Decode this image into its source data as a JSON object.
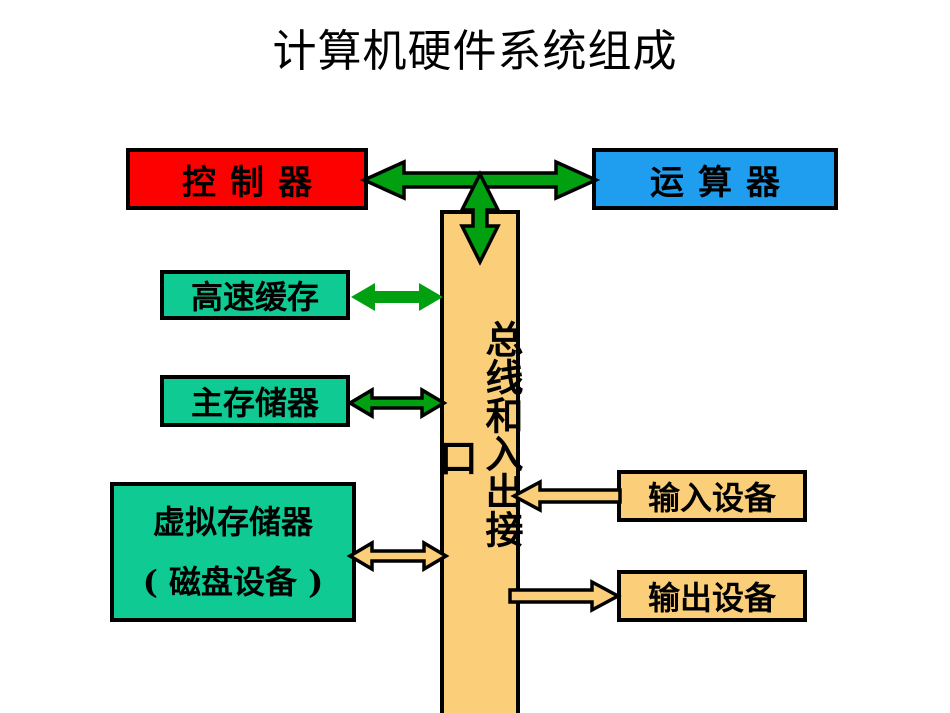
{
  "page": {
    "title": "计算机硬件系统组成",
    "background": "#ffffff"
  },
  "colors": {
    "controller_fill": "#fd0000",
    "alu_fill": "#1f9ef0",
    "memory_fill": "#0fca93",
    "bus_fill": "#fbce79",
    "device_fill": "#fbce79",
    "arrow_green": "#00a011",
    "arrow_orange": "#fbce79",
    "outline": "#000000"
  },
  "boxes": {
    "controller": {
      "label": "控制器"
    },
    "alu": {
      "label": "运算器"
    },
    "cache": {
      "label": "高速缓存"
    },
    "main_memory": {
      "label": "主存储器"
    },
    "virtual_memory": {
      "line1": "虚拟存储器",
      "line2": "( 磁盘设备 )"
    },
    "input_device": {
      "label": "输入设备"
    },
    "output_device": {
      "label": "输出设备"
    }
  },
  "bus": {
    "label_main": "总线和入出接",
    "label_wrapped": "口",
    "full_label": "总线和入出接口"
  },
  "arrows": {
    "controller_alu": {
      "name": "controller-alu-arrow",
      "direction": "bidirectional",
      "color": "#00a011",
      "outlined": true
    },
    "bus_cpu": {
      "name": "bus-cpu-arrow",
      "direction": "bidirectional-vertical",
      "color": "#00a011",
      "outlined": true
    },
    "cache_bus": {
      "name": "cache-bus-arrow",
      "direction": "bidirectional",
      "color": "#00a011",
      "outlined": false
    },
    "main_memory_bus": {
      "name": "main-memory-bus-arrow",
      "direction": "bidirectional",
      "color": "#00a011",
      "outlined": true
    },
    "virtual_memory_bus": {
      "name": "virtual-memory-bus-arrow",
      "direction": "bidirectional",
      "color": "#fbce79",
      "outlined": true
    },
    "input_bus": {
      "name": "input-device-bus-arrow",
      "direction": "left",
      "color": "#fbce79",
      "outlined": true
    },
    "bus_output": {
      "name": "bus-output-device-arrow",
      "direction": "right",
      "color": "#fbce79",
      "outlined": true
    }
  }
}
